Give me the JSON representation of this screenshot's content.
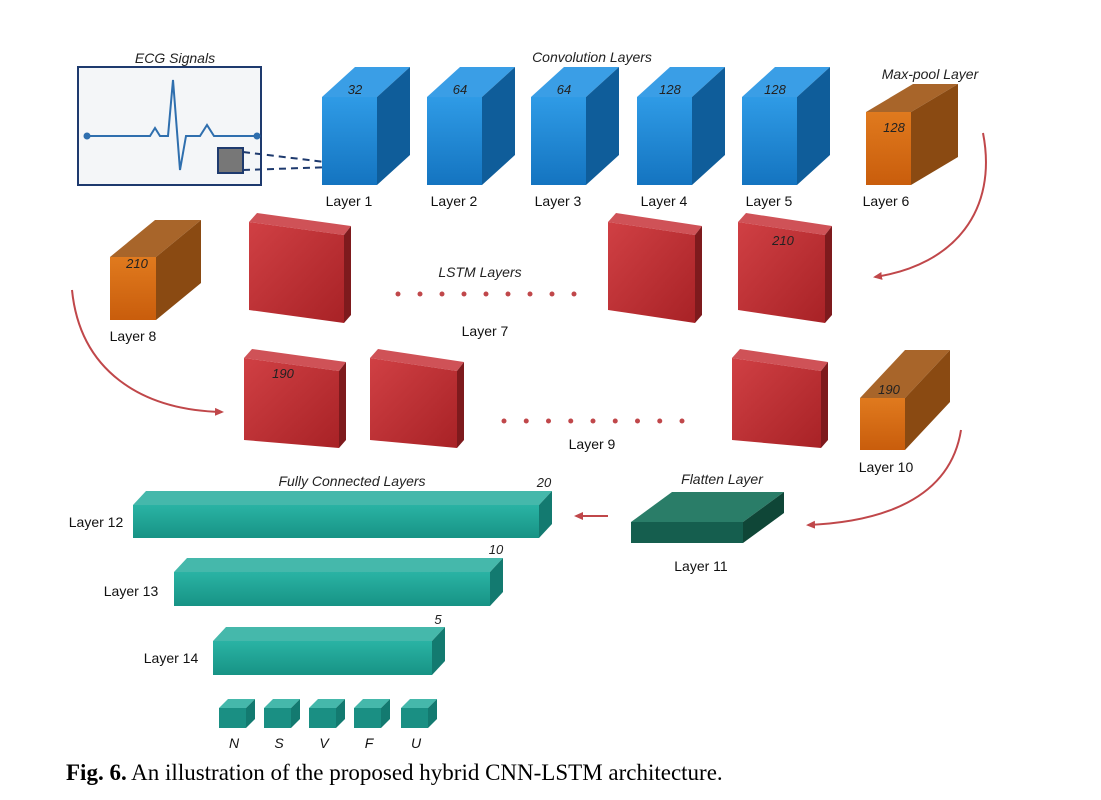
{
  "ecg": {
    "title": "ECG Signals"
  },
  "conv": {
    "title": "Convolution Layers",
    "blocks": [
      {
        "value": "32",
        "label": "Layer 1"
      },
      {
        "value": "64",
        "label": "Layer 2"
      },
      {
        "value": "64",
        "label": "Layer 3"
      },
      {
        "value": "128",
        "label": "Layer 4"
      },
      {
        "value": "128",
        "label": "Layer 5"
      }
    ]
  },
  "maxpool": {
    "title": "Max-pool Layer",
    "value": "128",
    "label": "Layer 6"
  },
  "lstm1": {
    "title": "LSTM Layers",
    "value": "210",
    "label": "Layer 7"
  },
  "layer8": {
    "value": "210",
    "label": "Layer 8"
  },
  "lstm2": {
    "value": "190",
    "label": "Layer 9"
  },
  "layer10": {
    "value": "190",
    "label": "Layer 10"
  },
  "flatten": {
    "title": "Flatten Layer",
    "label": "Layer 11"
  },
  "fc": {
    "title": "Fully Connected Layers",
    "layers": [
      {
        "value": "20",
        "label": "Layer 12"
      },
      {
        "value": "10",
        "label": "Layer 13"
      },
      {
        "value": "5",
        "label": "Layer 14"
      }
    ]
  },
  "outputs": [
    "N",
    "S",
    "V",
    "F",
    "U"
  ],
  "caption": {
    "prefix": "Fig. 6.",
    "text": " An illustration of the proposed hybrid CNN-LSTM architecture."
  },
  "colors": {
    "conv_front": "#1b8ad8",
    "conv_top": "#3a9ee6",
    "conv_side": "#0f5d9a",
    "pool_front": "#d96a10",
    "pool_top": "#a8652a",
    "pool_side": "#8a4a12",
    "lstm_front": "#b82a2e",
    "lstm_top": "#cf5257",
    "lstm_side": "#7e1a1d",
    "fc_front": "#1fa496",
    "fc_top": "#45b8ab",
    "fc_side": "#137a70",
    "flatten_front": "#155e4e",
    "flatten_top": "#2a7d68",
    "arrow": "#c0474a",
    "dots": "#c0474a"
  }
}
